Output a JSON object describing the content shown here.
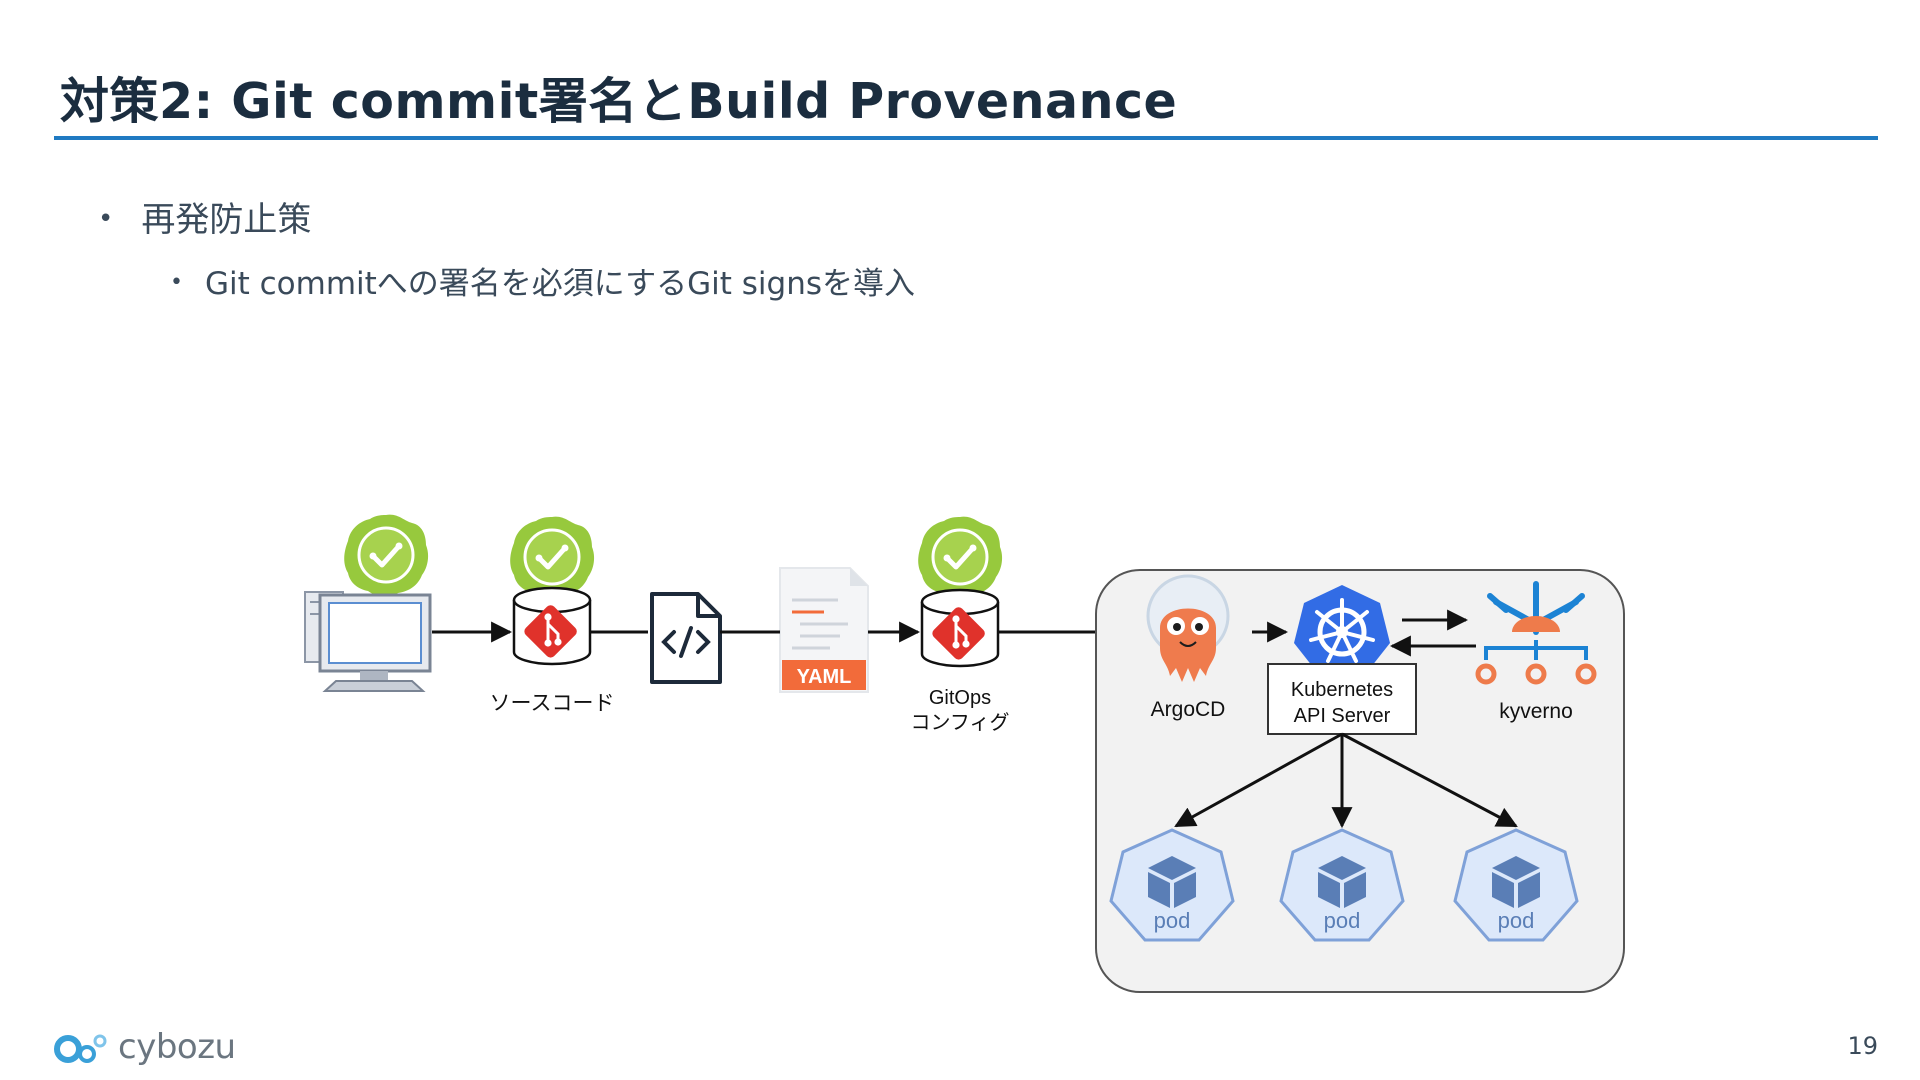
{
  "slide": {
    "title": "対策2: Git commit署名とBuild Provenance",
    "bullets": [
      {
        "level": 1,
        "text": "再発防止策"
      },
      {
        "level": 2,
        "text": "Git commitへの署名を必須にするGit signsを導入"
      }
    ],
    "page_number": "19"
  },
  "logo": {
    "text": "cybozu",
    "colors": [
      "#3aa0d8",
      "#7fc4ea",
      "#6b7680"
    ]
  },
  "diagram": {
    "source_label": "ソースコード",
    "yaml_badge": "YAML",
    "gitops_label_line1": "GitOps",
    "gitops_label_line2": "コンフィグ",
    "argocd_label": "ArgoCD",
    "api_label_line1": "Kubernetes",
    "api_label_line2": "API Server",
    "kyverno_label": "kyverno",
    "pods": [
      {
        "label": "pod"
      },
      {
        "label": "pod"
      },
      {
        "label": "pod"
      }
    ],
    "icons": [
      "verified-badge-icon",
      "desktop-computer-icon",
      "git-repository-icon",
      "code-file-icon",
      "yaml-file-icon",
      "argocd-octopus-icon",
      "kubernetes-helm-icon",
      "kyverno-icon",
      "pod-cube-icon"
    ],
    "colors": {
      "badge": "#97c93d",
      "git_red": "#e0322b",
      "k8s_blue": "#326ce5",
      "argocd_orange": "#ef7b4d",
      "kyverno_blue": "#1c83d4",
      "kyverno_orange": "#ee7b4b",
      "pod_fill": "#dce8fa",
      "pod_stroke": "#7fa1d8",
      "cluster_bg": "#f2f2f2",
      "yaml_orange": "#f26b3a"
    }
  }
}
